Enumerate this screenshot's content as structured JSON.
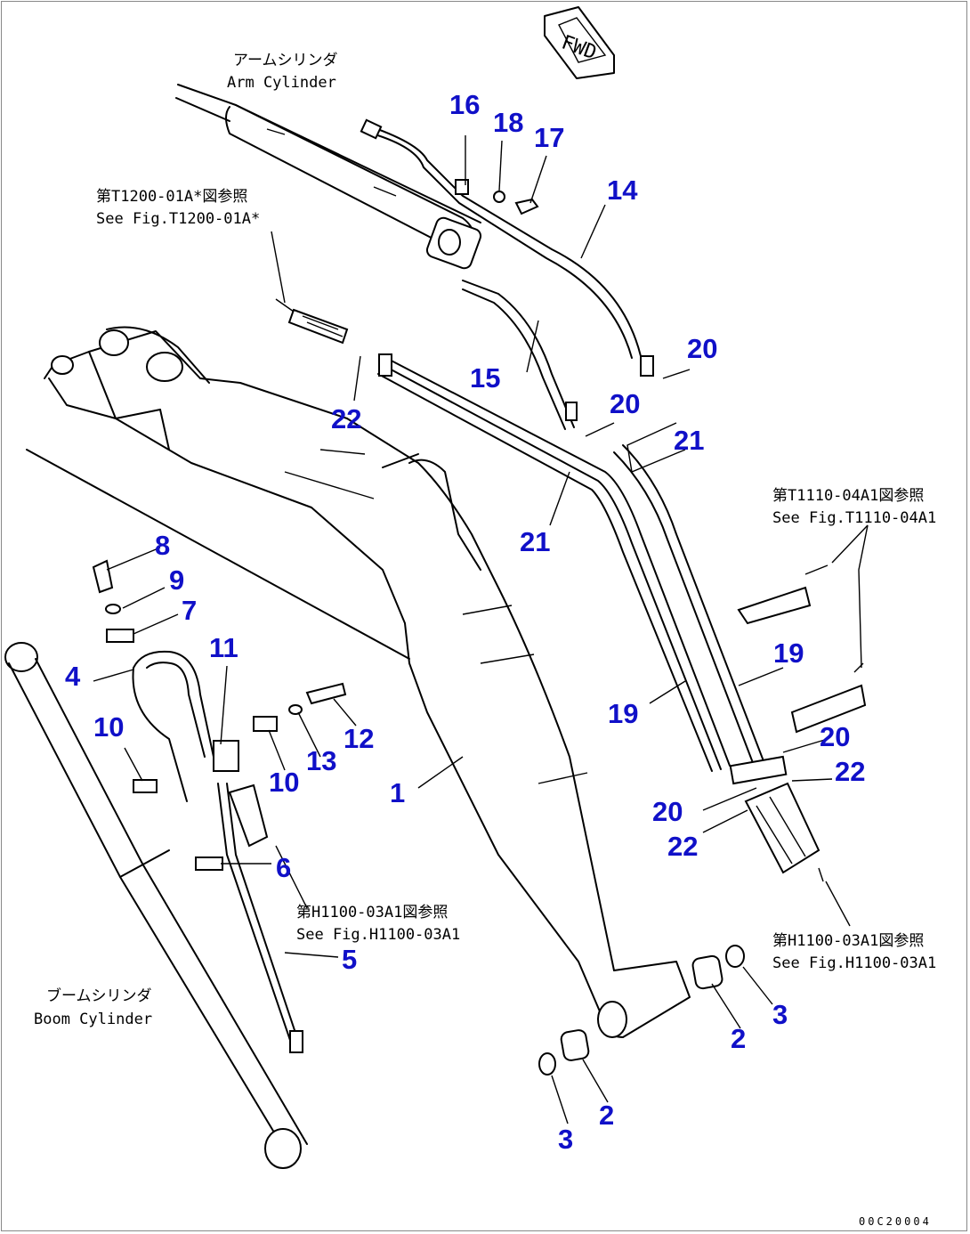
{
  "notes": {
    "arm_cylinder_jp": "アームシリンダ",
    "arm_cylinder_en": "Arm Cylinder",
    "ref_t1200_jp": "第T1200-01A*図参照",
    "ref_t1200_en": "See Fig.T1200-01A*",
    "ref_t1110_jp": "第T1110-04A1図参照",
    "ref_t1110_en": "See Fig.T1110-04A1",
    "ref_h1100_right_jp": "第H1100-03A1図参照",
    "ref_h1100_right_en": "See Fig.H1100-03A1",
    "ref_h1100_left_jp": "第H1100-03A1図参照",
    "ref_h1100_left_en": "See Fig.H1100-03A1",
    "boom_cylinder_jp": "ブームシリンダ",
    "boom_cylinder_en": "Boom Cylinder",
    "fwd": "FWD",
    "doc_id": "00C20004"
  },
  "callouts": {
    "c1": "1",
    "c2a": "2",
    "c2b": "2",
    "c3a": "3",
    "c3b": "3",
    "c4": "4",
    "c5": "5",
    "c6": "6",
    "c7": "7",
    "c8": "8",
    "c9": "9",
    "c10a": "10",
    "c10b": "10",
    "c11": "11",
    "c12": "12",
    "c13": "13",
    "c14": "14",
    "c15": "15",
    "c16": "16",
    "c17": "17",
    "c18": "18",
    "c19a": "19",
    "c19b": "19",
    "c20a": "20",
    "c20b": "20",
    "c20c": "20",
    "c20d": "20",
    "c21a": "21",
    "c21b": "21",
    "c22a": "22",
    "c22b": "22",
    "c22c": "22"
  },
  "colors": {
    "callout": "#1010c8",
    "line": "#000000"
  }
}
